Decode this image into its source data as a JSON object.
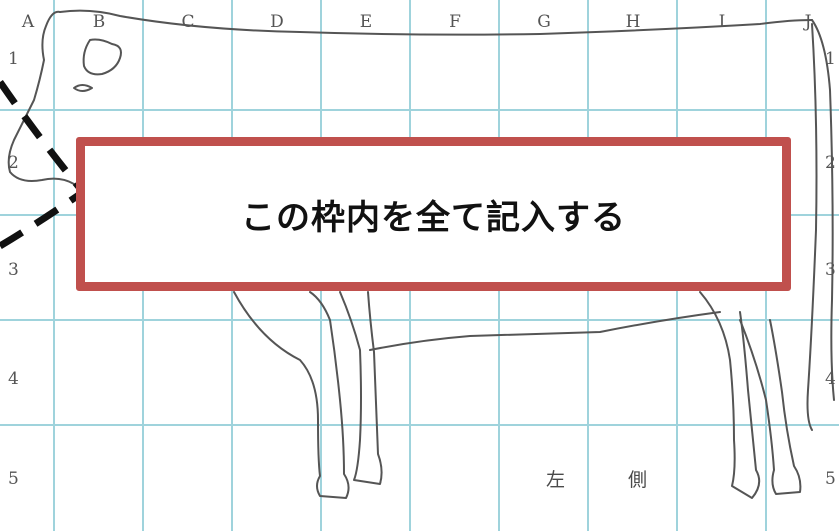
{
  "grid": {
    "column_labels": [
      "A",
      "B",
      "C",
      "D",
      "E",
      "F",
      "G",
      "H",
      "I",
      "J"
    ],
    "row_labels": [
      "1",
      "2",
      "3",
      "4",
      "5"
    ]
  },
  "side_label": {
    "left": "左",
    "side": "側"
  },
  "instruction": {
    "text": "この枠内を全て記入する"
  },
  "colors": {
    "grid": "#9fd3dc",
    "outline": "#555555",
    "box_border": "#c0504d",
    "dashed_line": "#111111"
  }
}
